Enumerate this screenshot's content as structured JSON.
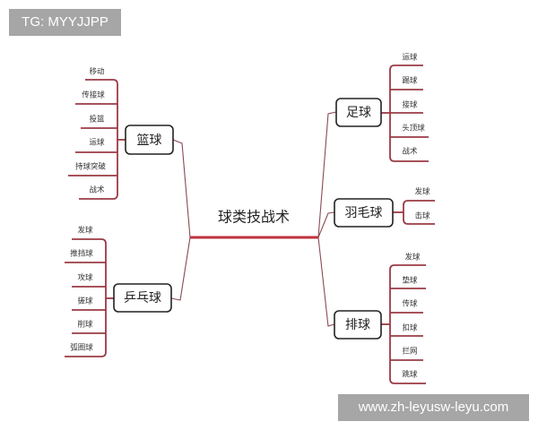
{
  "watermarks": {
    "top_left": "TG: MYYJJPP",
    "bottom_right": "www.zh-leyusw-leyu.com"
  },
  "colors": {
    "branch": "#9b3b46",
    "root_line": "#c0303c",
    "watermark_bg": "#a6a6a6"
  },
  "mindmap": {
    "root": "球类技战术",
    "branches": [
      {
        "key": "basketball",
        "label": "篮球",
        "side": "left",
        "items": [
          "移动",
          "传接球",
          "投篮",
          "运球",
          "持球突破",
          "战术"
        ]
      },
      {
        "key": "pingpong",
        "label": "乒乓球",
        "side": "left",
        "items": [
          "发球",
          "推挡球",
          "攻球",
          "搓球",
          "削球",
          "弧圈球"
        ]
      },
      {
        "key": "football",
        "label": "足球",
        "side": "right",
        "items": [
          "运球",
          "踢球",
          "接球",
          "头顶球",
          "战术"
        ]
      },
      {
        "key": "badminton",
        "label": "羽毛球",
        "side": "right",
        "items": [
          "发球",
          "击球"
        ]
      },
      {
        "key": "volleyball",
        "label": "排球",
        "side": "right",
        "items": [
          "发球",
          "垫球",
          "传球",
          "扣球",
          "拦网",
          "跳球"
        ]
      }
    ]
  }
}
